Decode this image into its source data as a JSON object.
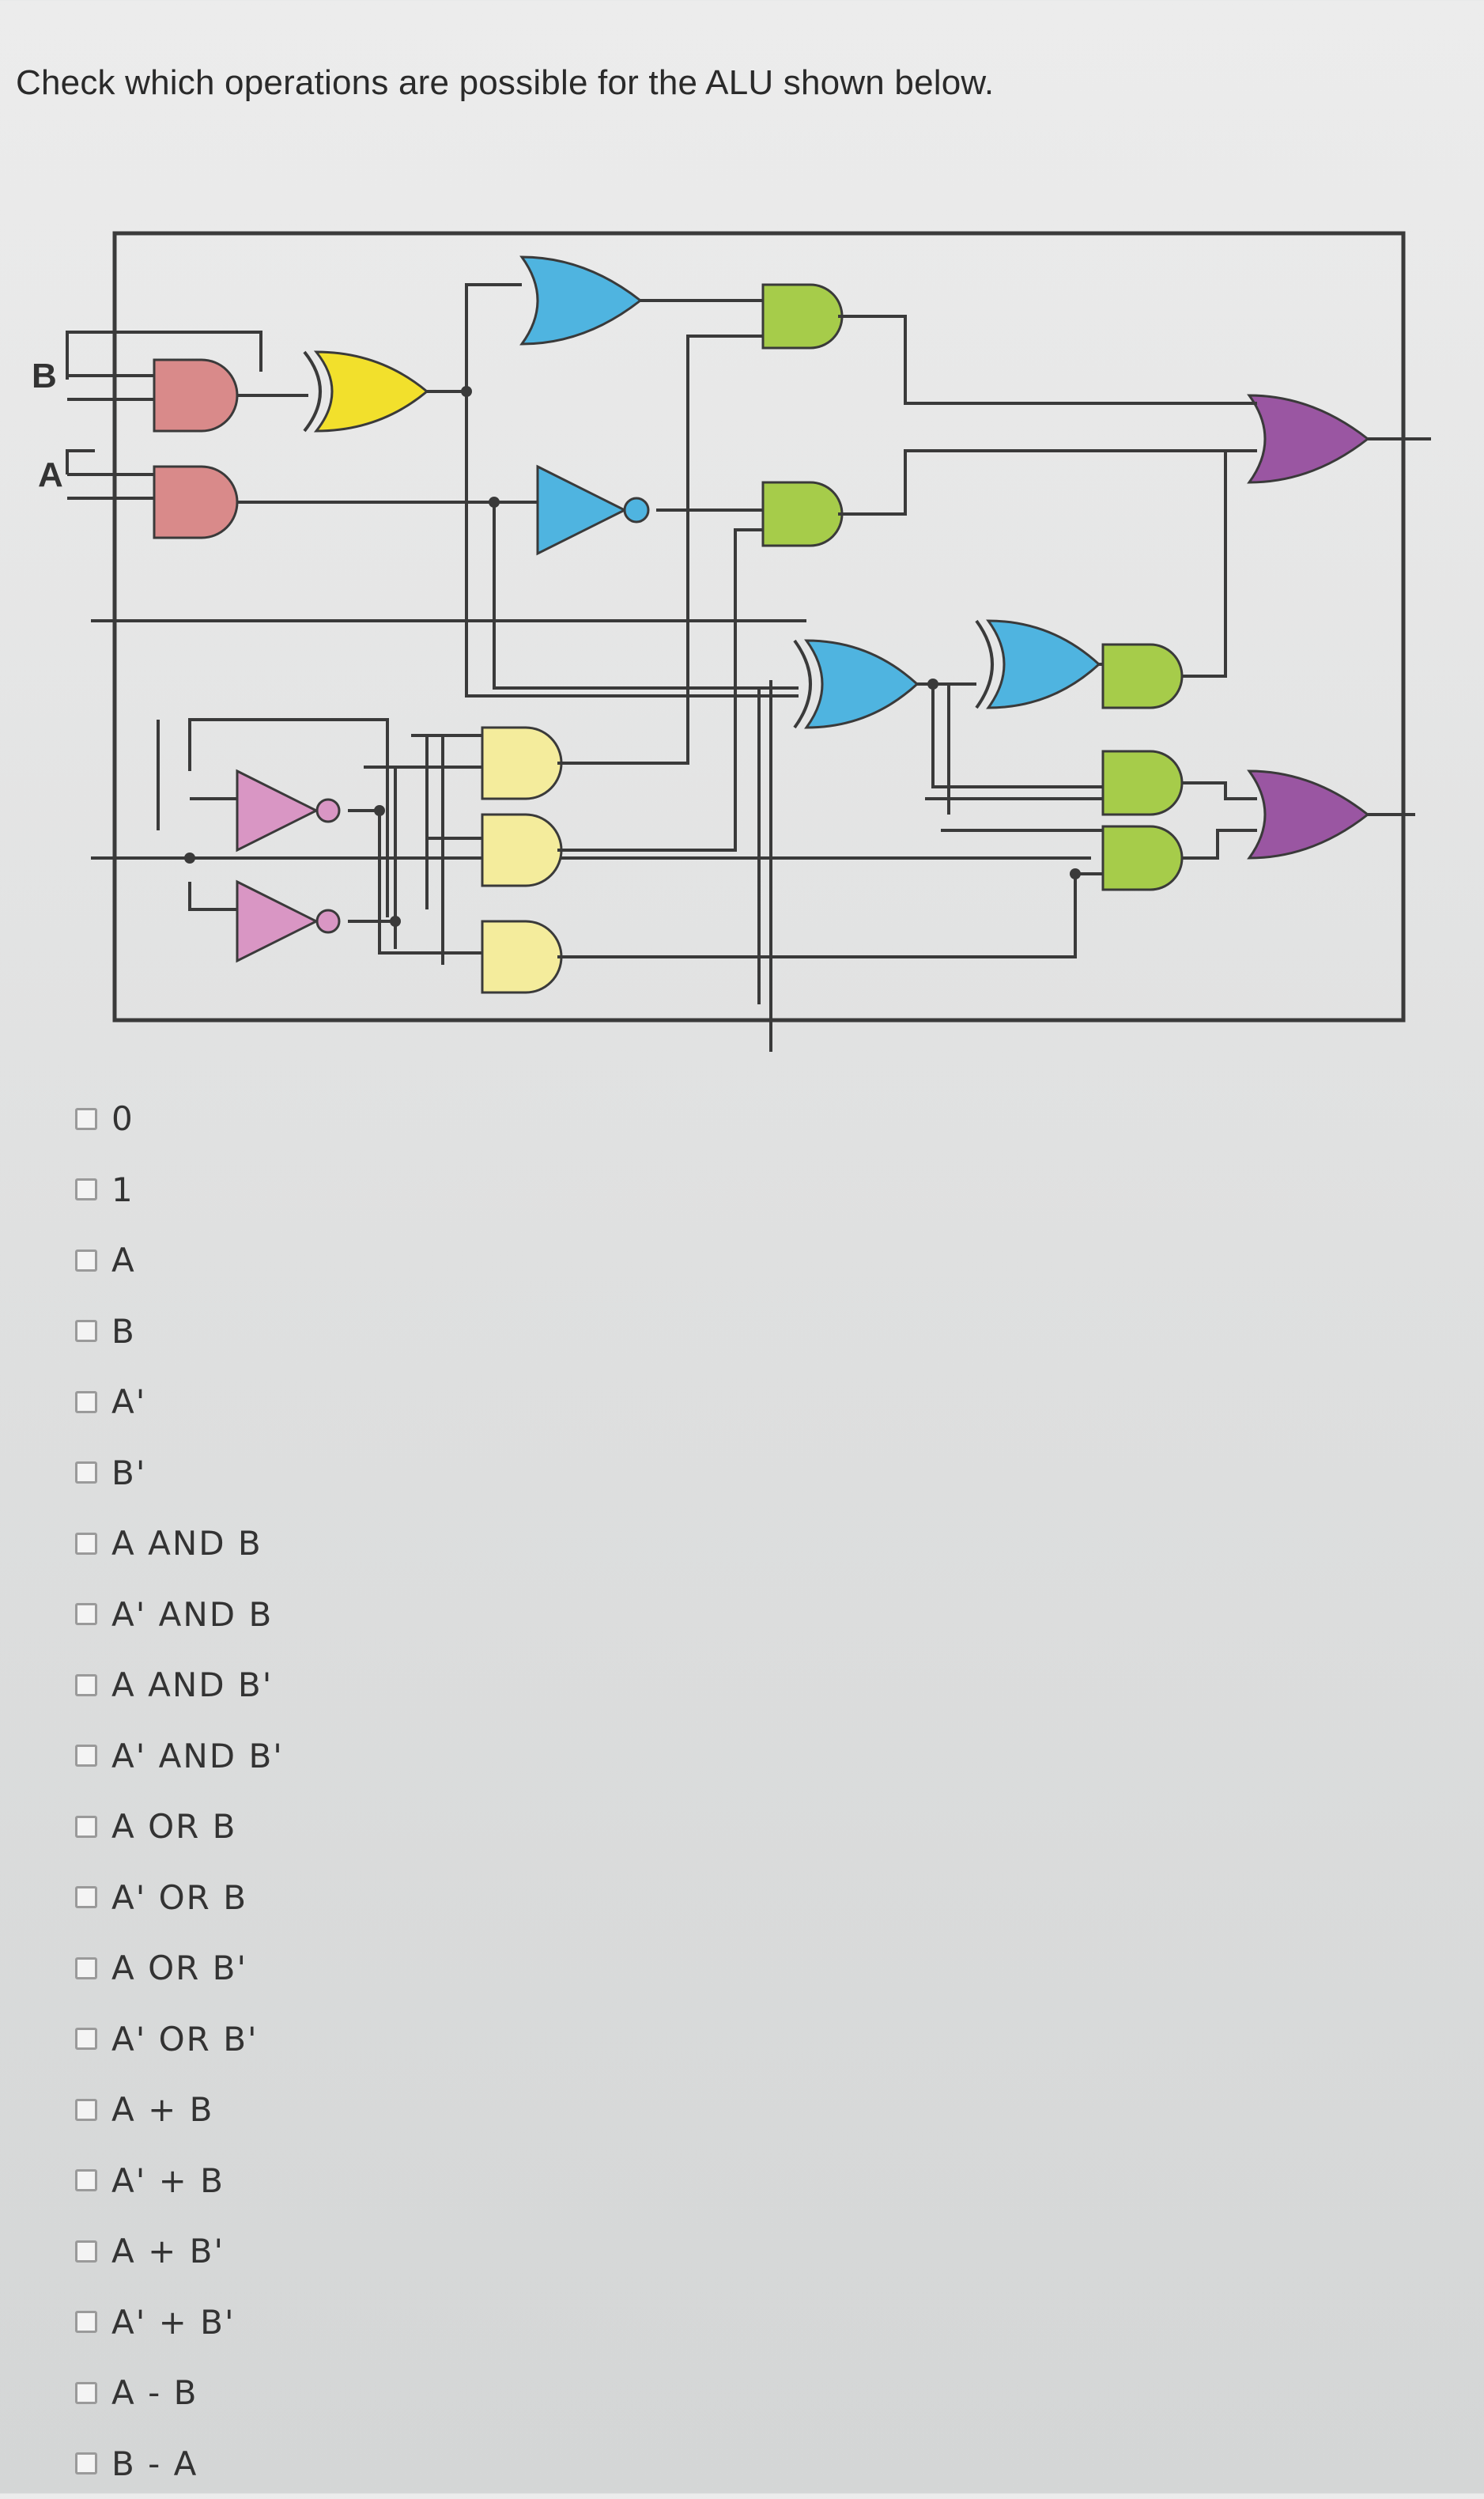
{
  "question": {
    "text": "Check which operations are possible for the ALU shown below."
  },
  "diagram": {
    "input_b_label": "B",
    "input_a_label": "A",
    "colors": {
      "and_red": "#d98a8a",
      "xor_yellow": "#f2e02c",
      "or_blue": "#4fb4e0",
      "not_pink": "#d996c4",
      "and_green": "#a6cc4a",
      "and_cream": "#f4ec9c",
      "or_purple": "#9a56a2",
      "wire": "#3a3a3a"
    }
  },
  "options": [
    {
      "label": "0",
      "checked": false
    },
    {
      "label": "1",
      "checked": false
    },
    {
      "label": "A",
      "checked": false
    },
    {
      "label": "B",
      "checked": false
    },
    {
      "label": "A'",
      "checked": false
    },
    {
      "label": "B'",
      "checked": false
    },
    {
      "label": "A AND B",
      "checked": false
    },
    {
      "label": "A' AND B",
      "checked": false
    },
    {
      "label": "A AND B'",
      "checked": false
    },
    {
      "label": "A' AND B'",
      "checked": false
    },
    {
      "label": "A OR B",
      "checked": false
    },
    {
      "label": "A' OR B",
      "checked": false
    },
    {
      "label": "A OR B'",
      "checked": false
    },
    {
      "label": "A' OR B'",
      "checked": false
    },
    {
      "label": "A + B",
      "checked": false
    },
    {
      "label": "A' + B",
      "checked": false
    },
    {
      "label": "A + B'",
      "checked": false
    },
    {
      "label": "A' + B'",
      "checked": false
    },
    {
      "label": "A - B",
      "checked": false
    },
    {
      "label": "B - A",
      "checked": false
    }
  ]
}
